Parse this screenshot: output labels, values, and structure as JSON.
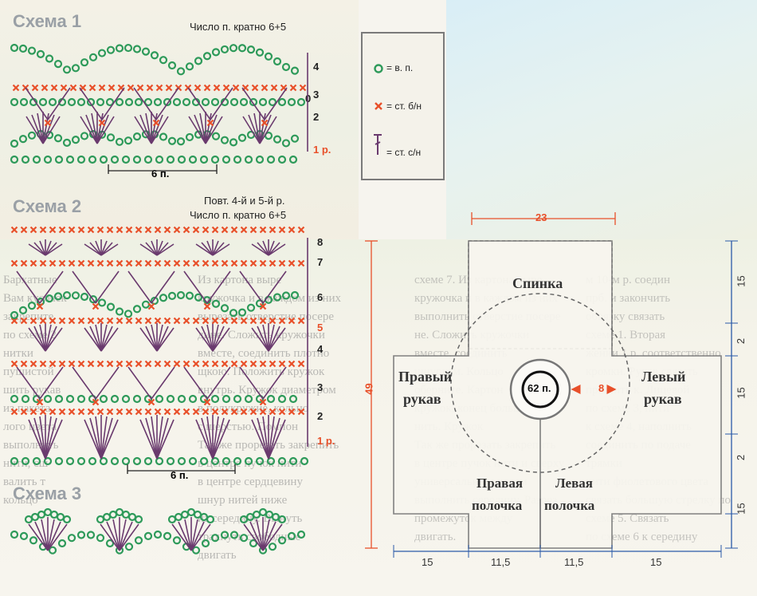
{
  "schema1": {
    "title": "Схема 1",
    "note": "Число п. кратно 6+5",
    "rows": [
      "4",
      "3",
      "2",
      "1 р."
    ],
    "repeat": "6 п.",
    "zero": "0"
  },
  "schema2": {
    "title": "Схема 2",
    "note_line1": "Повт. 4-й и 5-й р.",
    "note_line2": "Число п. кратно 6+5",
    "rows": [
      "8",
      "7",
      "6",
      "5",
      "4",
      "3",
      "2",
      "1 р."
    ],
    "repeat": "6 п."
  },
  "schema3": {
    "title": "Схема 3"
  },
  "legend": {
    "items": [
      {
        "symbol": "chain",
        "label": "= в. п."
      },
      {
        "symbol": "sc",
        "label": "= ст. б/н"
      },
      {
        "symbol": "dc",
        "label": "= ст. с/н"
      }
    ]
  },
  "pattern": {
    "labels": {
      "back": "Спинка",
      "right_sleeve_1": "Правый",
      "right_sleeve_2": "рукав",
      "left_sleeve_1": "Левый",
      "left_sleeve_2": "рукав",
      "right_front_1": "Правая",
      "right_front_2": "полочка",
      "left_front_1": "Левая",
      "left_front_2": "полочка",
      "neck": "62 п.",
      "neck_offset": "8"
    },
    "dims": {
      "top_width": "23",
      "height": "49",
      "bottom": [
        "15",
        "11,5",
        "11,5",
        "15"
      ],
      "right_side": [
        "15",
        "2",
        "15",
        "2",
        "15"
      ]
    }
  },
  "background_text": {
    "col1": "Бархатные\nВам кусочек\nзакрепите\nпо схеме 2\nнитки\nпушистой\nшить рукав\nиз пакета\nлого цвета\nвыполнить\nнити, сш\nвалить т\nкольцо",
    "col2": "Из картона выре\nкружочка и в каждом из них\nвырезать отверстие посере\nдине. Сложить кружочки\nвместе, соединить плотно\nщкою. Положить кружок\nвнутрь. Кружок диаметром\nв полукружие, кольцо\nс шерстью. Помпон\nТак же прорезать закрепить\nв центре пучок нити\nв центре сердцевину\nшнур нитей ниже\nиз середину. Вынуть\nтрахнуть свободные\nдвигать",
    "col3": "схеме 7. Из картона выре\nкружочка и в каждом из них\nвыполнить отверстие посере\nне. Сложить кружочки\nвместе, соединить\nшнурком. Кольцо\nоберните. Картон\nкружок, конец большой\nнить. Кружок\nТак же прорезать закрепить\nв центре пучок нити и сверху\nуниверсальным клеем\nвыполнить середину. Разрез\nпромежуток между\nдвигать.",
    "col4": "м 10-м р. соедин\nпрб. и закончить\nобвязку связать\nсхеме 1. Вторая\nжении 1 р. соответственно\nкромки. Рукав связать\nпришить к. Лицевой\nпо схеме 3, нити\nк схеме 4, наполнить\nсоединить по подаче\nтрямки\nнити фиолетового цвета\nсвязать большую стрелку по\nсхеме 5. Связать\nпо схеме 6 к середину"
  }
}
